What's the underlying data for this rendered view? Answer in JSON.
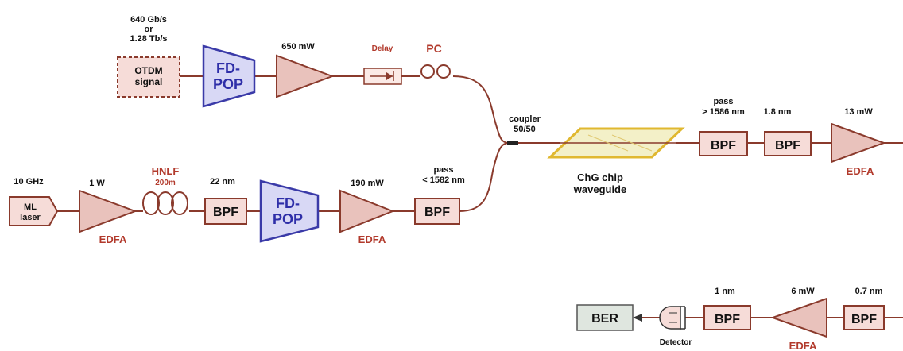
{
  "signal": {
    "rate_line1": "640 Gb/s",
    "rate_line2": "or",
    "rate_line3": "1.28 Tb/s",
    "otdm_line1": "OTDM",
    "otdm_line2": "signal",
    "amp_power": "650 mW",
    "delay": "Delay",
    "pc": "PC"
  },
  "pump": {
    "rep_rate": "10 GHz",
    "ml_line1": "ML",
    "ml_line2": "laser",
    "edfa1_power": "1 W",
    "edfa_label": "EDFA",
    "hnlf_line1": "HNLF",
    "hnlf_line2": "200m",
    "bpf1_bw": "22 nm",
    "amp2_power": "190 mW",
    "pass_line1": "pass",
    "pass_line2": "< 1582 nm"
  },
  "fdpop": {
    "line1": "FD-",
    "line2": "POP"
  },
  "bpf": "BPF",
  "coupler": {
    "line1": "coupler",
    "line2": "50/50"
  },
  "chip": {
    "line1": "ChG chip",
    "line2": "waveguide"
  },
  "output": {
    "pass_line1": "pass",
    "pass_line2": "> 1586 nm",
    "bpf2_bw": "1.8 nm",
    "amp_power": "13 mW",
    "edfa_label": "EDFA"
  },
  "receiver": {
    "bpf3_bw": "0.7 nm",
    "amp_power": "6 mW",
    "edfa_label": "EDFA",
    "bpf4_bw": "1 nm",
    "detector": "Detector",
    "ber": "BER"
  }
}
